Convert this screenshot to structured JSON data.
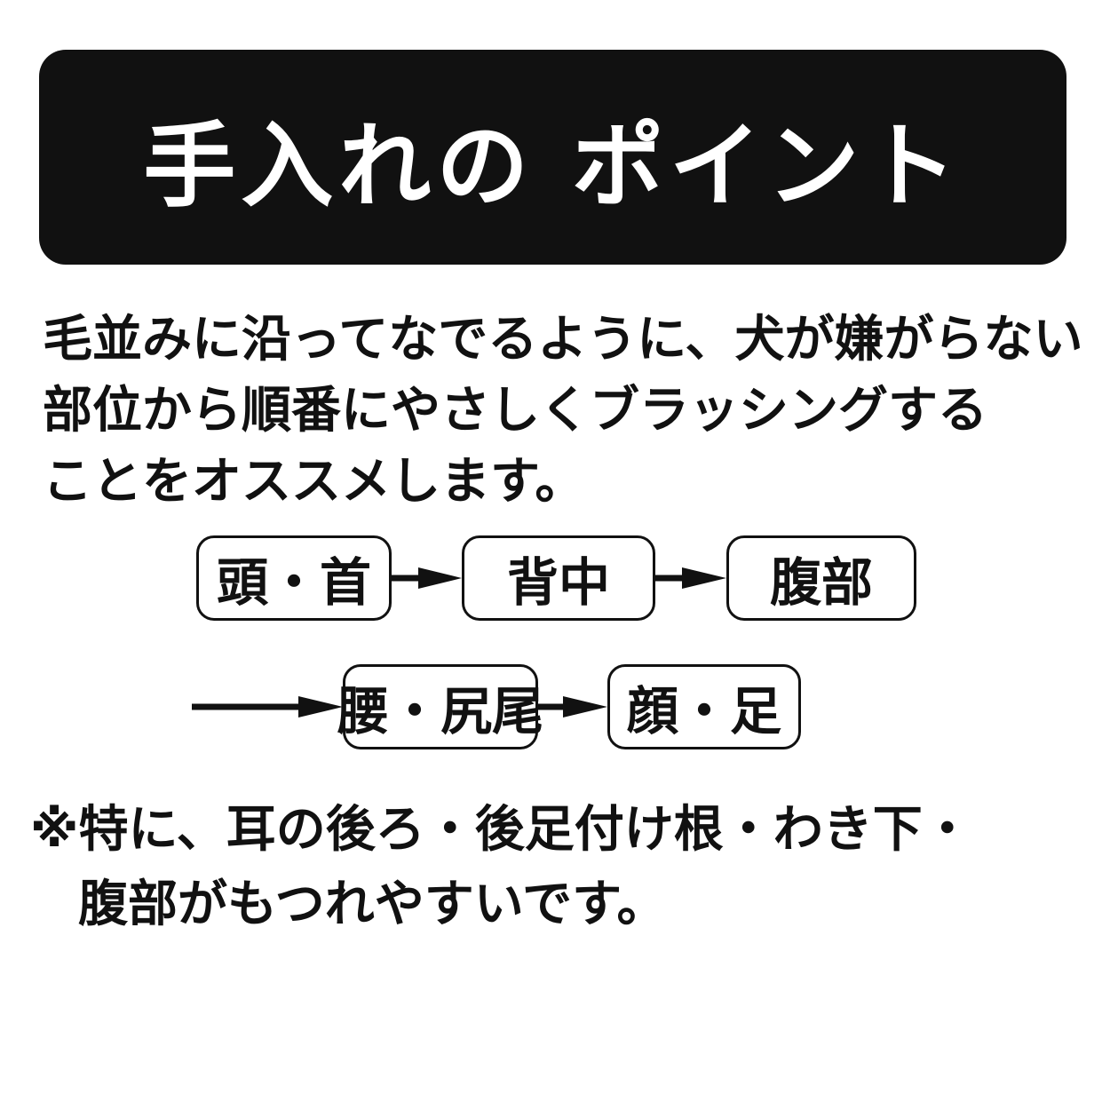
{
  "header": {
    "title": "手入れの ポイント"
  },
  "intro": {
    "lines": [
      "毛並みに沿ってなでるように、犬が嫌がらない",
      "部位から順番にやさしくブラッシングする",
      "ことをオススメします。"
    ]
  },
  "flow": {
    "steps": [
      "頭・首",
      "背中",
      "腹部",
      "腰・尻尾",
      "顔・足"
    ]
  },
  "note": {
    "lines": [
      "※特に、耳の後ろ・後足付け根・わき下・",
      "腹部がもつれやすいです。"
    ]
  }
}
